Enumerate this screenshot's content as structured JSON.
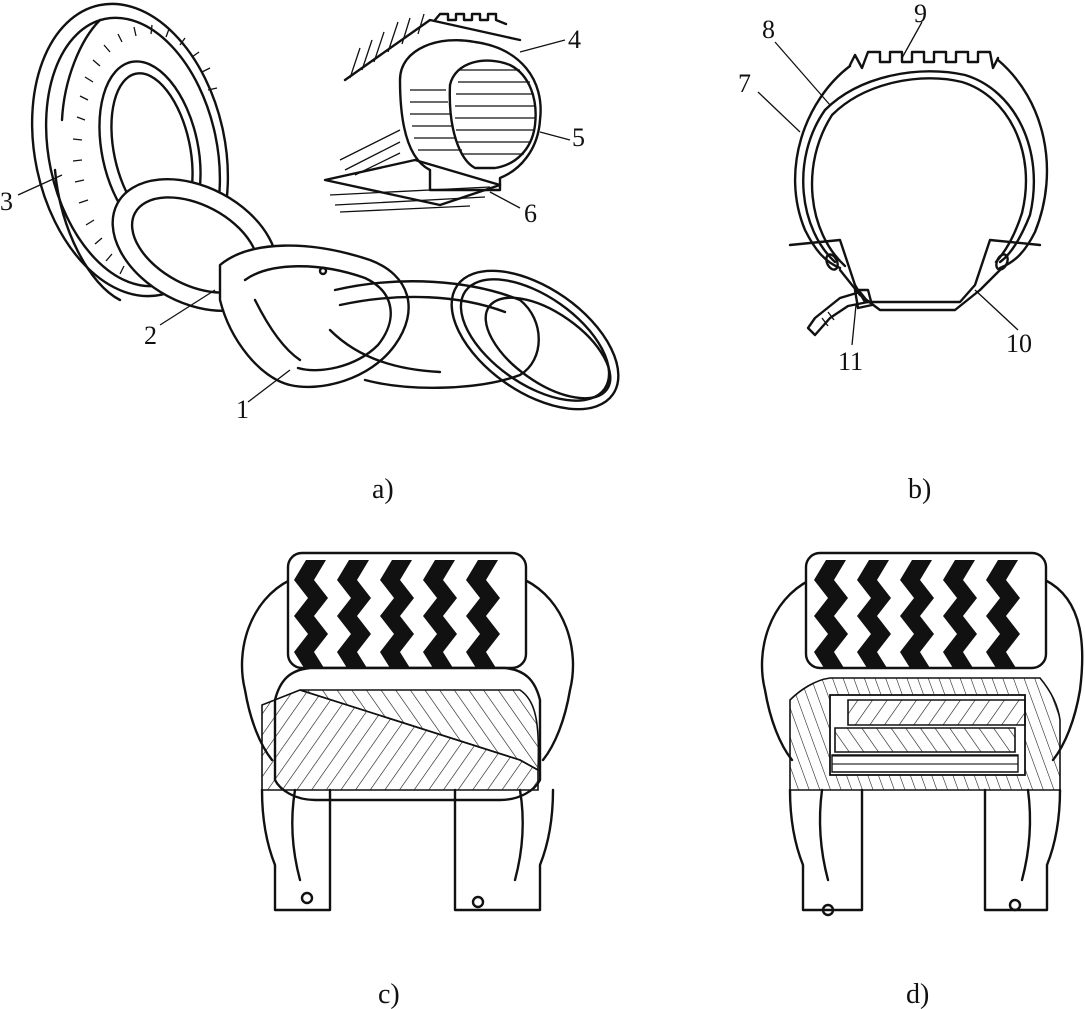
{
  "panels": {
    "a": {
      "caption": "a)",
      "labels": [
        "1",
        "2",
        "3",
        "4",
        "5",
        "6"
      ]
    },
    "b": {
      "caption": "b)",
      "labels": [
        "7",
        "8",
        "9",
        "10",
        "11"
      ]
    },
    "c": {
      "caption": "c)"
    },
    "d": {
      "caption": "d)"
    }
  },
  "colors": {
    "ink": "#111111",
    "paper": "#ffffff"
  }
}
